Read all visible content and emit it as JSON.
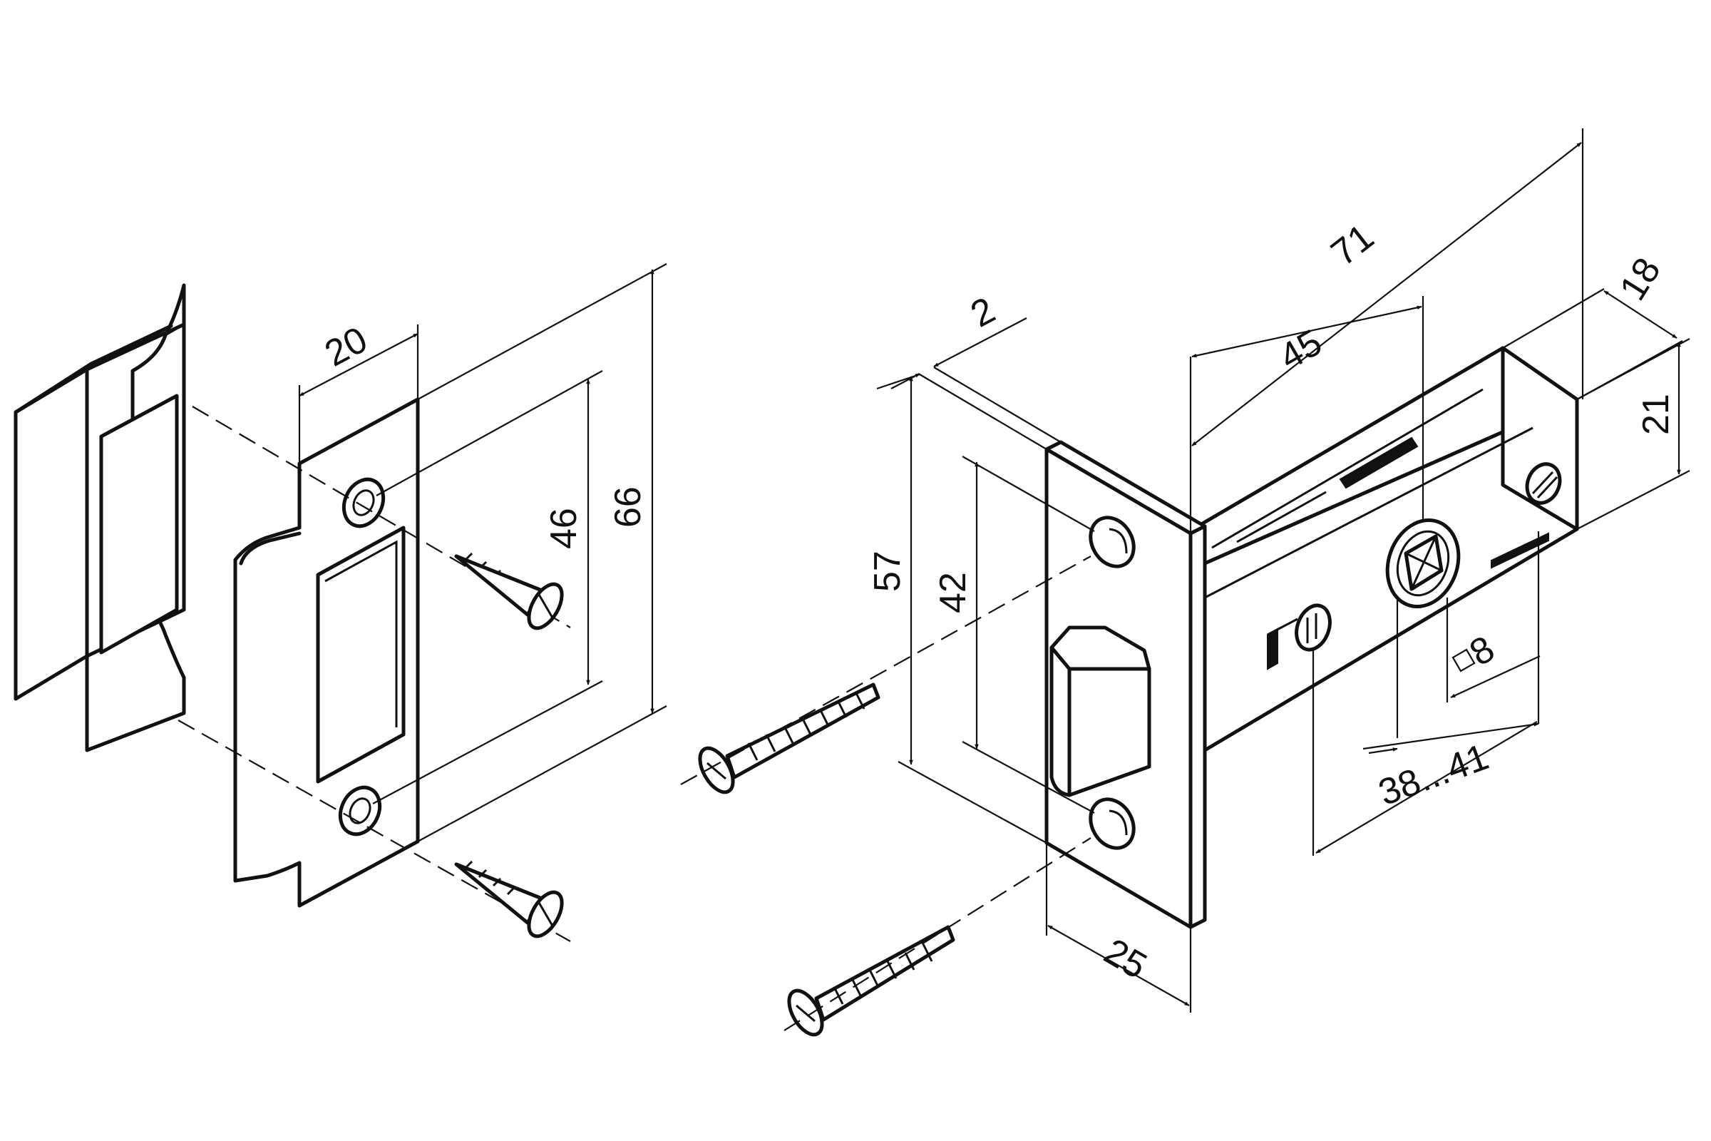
{
  "strike_plate": {
    "dim_width": "20",
    "dim_hole_spacing": "46",
    "dim_height": "66"
  },
  "latch": {
    "dim_backset_total": "71",
    "dim_backset": "45",
    "dim_faceplate_thickness": "2",
    "dim_case_depth": "18",
    "dim_case_height": "21",
    "dim_faceplate_height": "57",
    "dim_faceplate_hole_spacing": "42",
    "dim_faceplate_width": "25",
    "dim_spindle_square": "8",
    "dim_door_thickness": "38...41"
  }
}
